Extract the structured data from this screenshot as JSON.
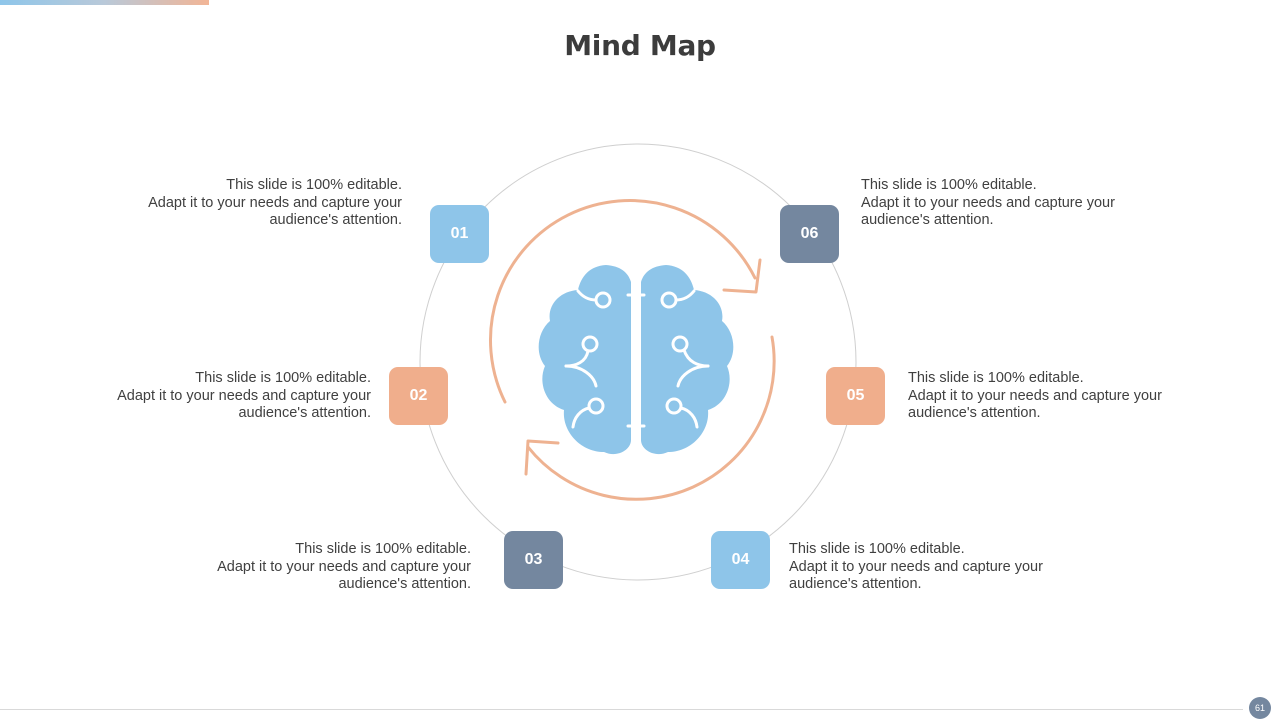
{
  "title": "Mind Map",
  "page_number": "61",
  "colors": {
    "blue": "#8ec5e9",
    "orange": "#f0ae8c",
    "slate": "#74879f"
  },
  "center_icon": "brain-icon",
  "cycle_icon": "circular-arrows-icon",
  "items": [
    {
      "num": "01",
      "line1": "This slide is 100% editable.",
      "line2": "Adapt it to your needs and capture your",
      "line3": "audience's attention."
    },
    {
      "num": "02",
      "line1": "This slide is 100% editable.",
      "line2": "Adapt it to your needs and capture your",
      "line3": "audience's attention."
    },
    {
      "num": "03",
      "line1": "This slide is 100% editable.",
      "line2": "Adapt it to your needs and capture your",
      "line3": "audience's attention."
    },
    {
      "num": "04",
      "line1": "This slide is 100% editable.",
      "line2": "Adapt it to your needs and capture your",
      "line3": "audience's attention."
    },
    {
      "num": "05",
      "line1": "This slide is 100% editable.",
      "line2": "Adapt it to your needs and capture your",
      "line3": "audience's attention."
    },
    {
      "num": "06",
      "line1": "This slide is 100% editable.",
      "line2": "Adapt it to your needs and capture your",
      "line3": "audience's attention."
    }
  ]
}
